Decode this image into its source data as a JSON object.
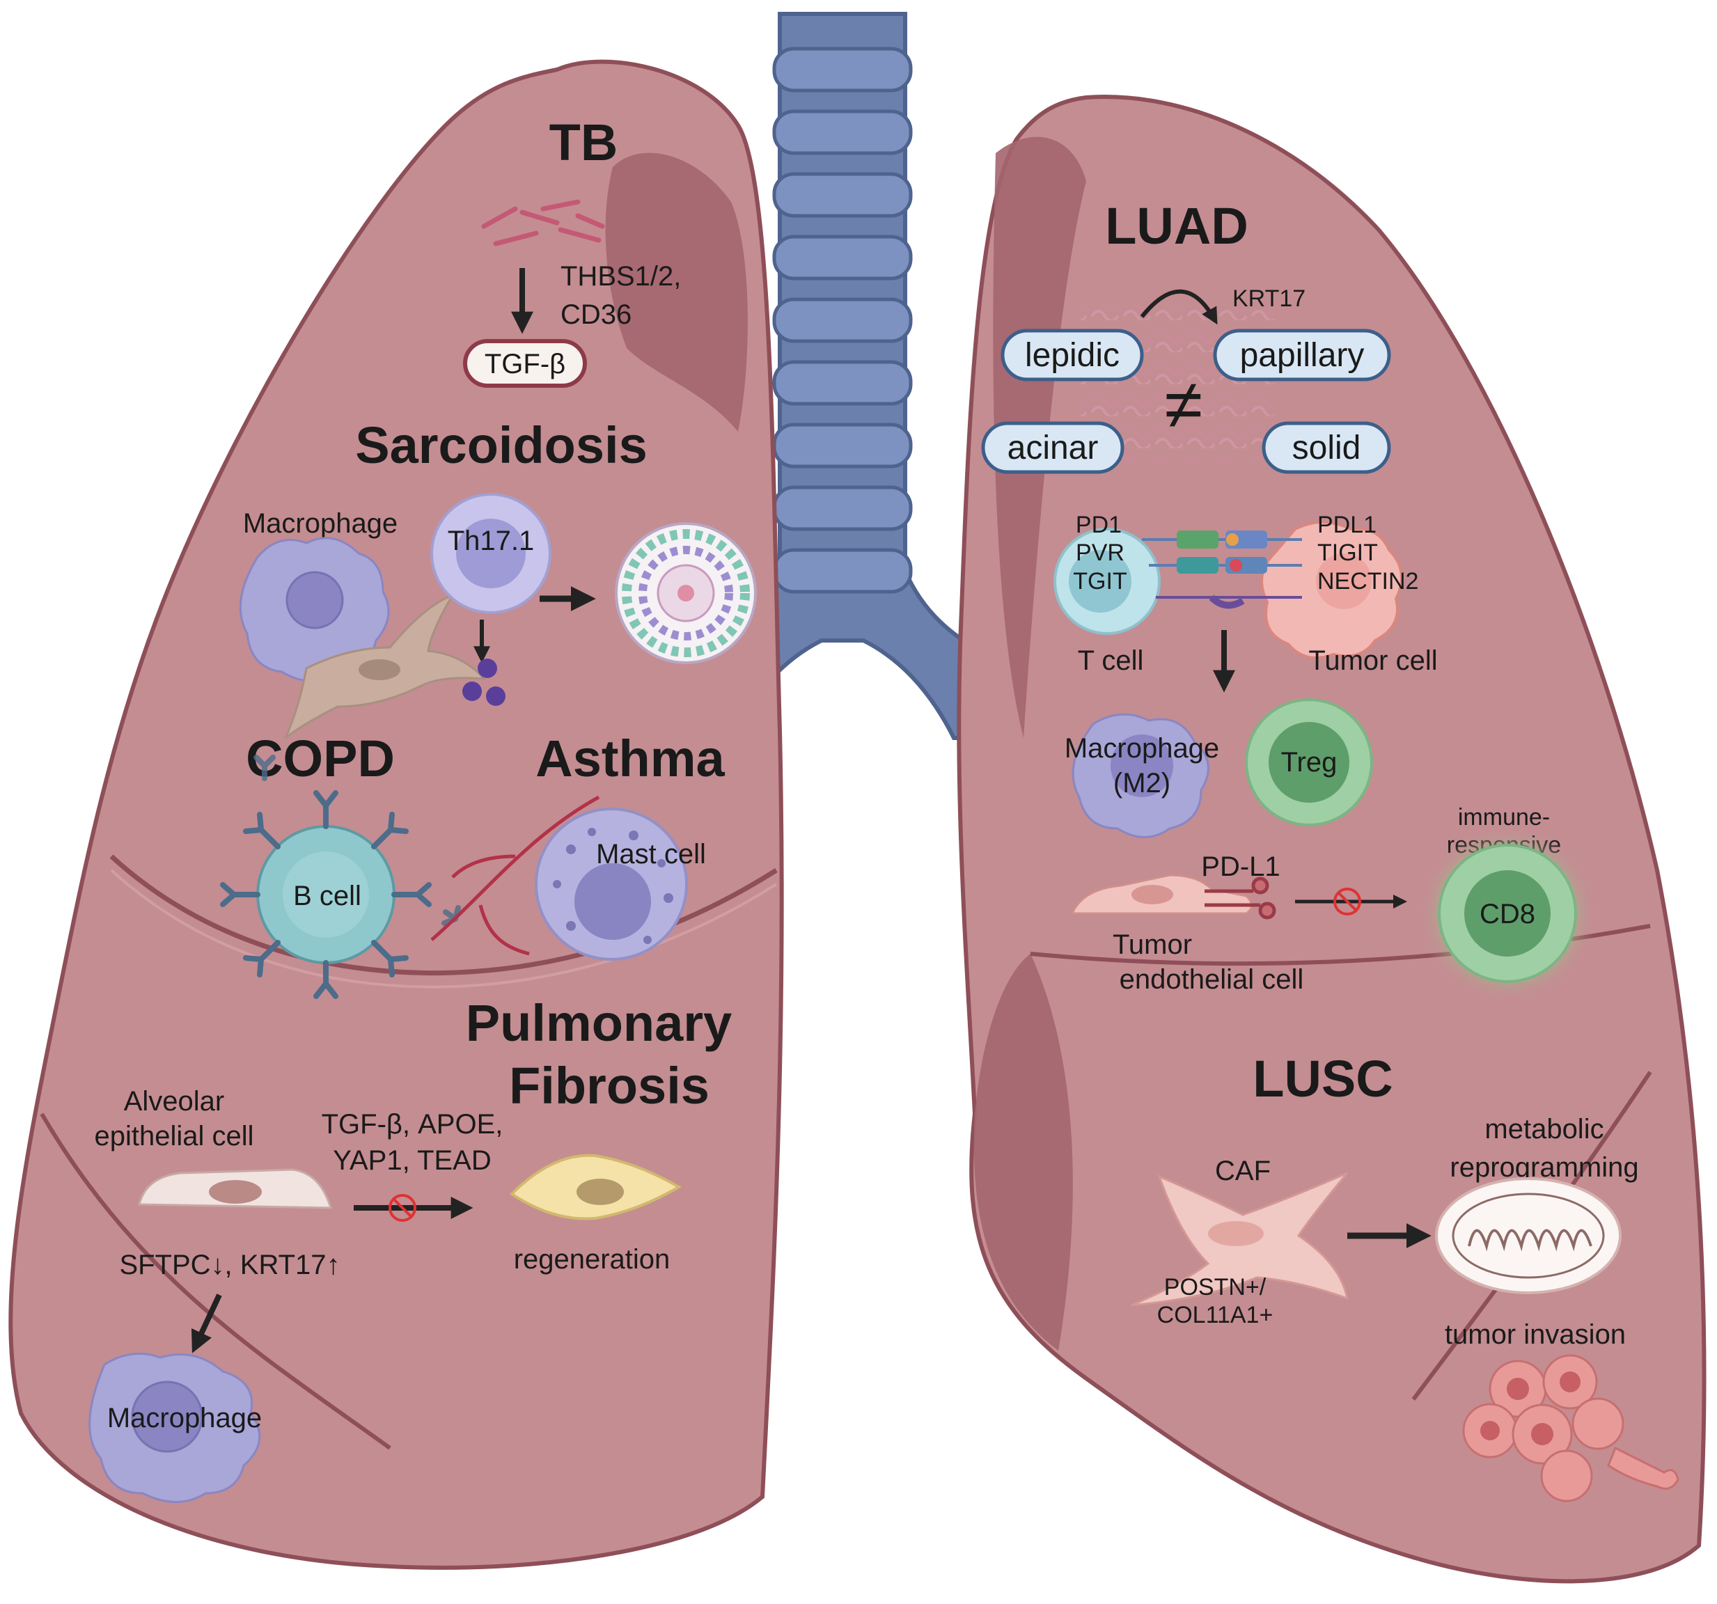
{
  "sections": {
    "tb": "TB",
    "sarcoidosis": "Sarcoidosis",
    "copd": "COPD",
    "asthma": "Asthma",
    "pf_line1": "Pulmonary",
    "pf_line2": "Fibrosis",
    "luad": "LUAD",
    "lusc": "LUSC"
  },
  "tb": {
    "factor_line1": "THBS1/2,",
    "factor_line2": "CD36",
    "tgf_pill": "TGF-β"
  },
  "sarcoidosis": {
    "macrophage": "Macrophage",
    "th17": "Th17.1"
  },
  "copd": {
    "b_cell": "B cell"
  },
  "asthma": {
    "mast_cell": "Mast cell"
  },
  "fibrosis": {
    "alveolar_line1": "Alveolar",
    "alveolar_line2": "epithelial cell",
    "factors_line1": "TGF-β, APOE,",
    "factors_line2": "YAP1, TEAD",
    "regeneration": "regeneration",
    "markers": "SFTPC↓, KRT17↑",
    "macrophage": "Macrophage"
  },
  "luad": {
    "krt17": "KRT17",
    "subtypes": [
      "lepidic",
      "papillary",
      "acinar",
      "solid"
    ],
    "not_equal": "≠",
    "tcell_markers": [
      "PD1",
      "PVR",
      "TGIT"
    ],
    "tumor_markers": [
      "PDL1",
      "TIGIT",
      "NECTIN2"
    ],
    "t_cell": "T cell",
    "tumor_cell": "Tumor cell",
    "macrophage_line1": "Macrophage",
    "macrophage_line2": "(M2)",
    "treg": "Treg",
    "immune_line1": "immune-",
    "immune_line2": "responsive",
    "pdl1": "PD-L1",
    "cd8": "CD8",
    "tec_line1": "Tumor",
    "tec_line2": "endothelial cell"
  },
  "lusc": {
    "caf": "CAF",
    "caf_markers_line1": "POSTN+/",
    "caf_markers_line2": "COL11A1+",
    "metabolic_line1": "metabolic",
    "metabolic_line2": "reprogramming",
    "invasion": "tumor invasion"
  },
  "colors": {
    "lung_fill": "#c48d92",
    "lung_dark": "#a4656f",
    "lung_stroke": "#8e4f58",
    "trachea": "#6b80ad",
    "trachea_ring": "#4f638f",
    "macrophage": "#a9a6d8",
    "treg": "#9fcfa4",
    "tcell": "#bfe3ea"
  },
  "icons": {
    "inhibit": "prohibition-icon",
    "arrow": "arrow-icon",
    "antibody": "antibody-icon"
  }
}
